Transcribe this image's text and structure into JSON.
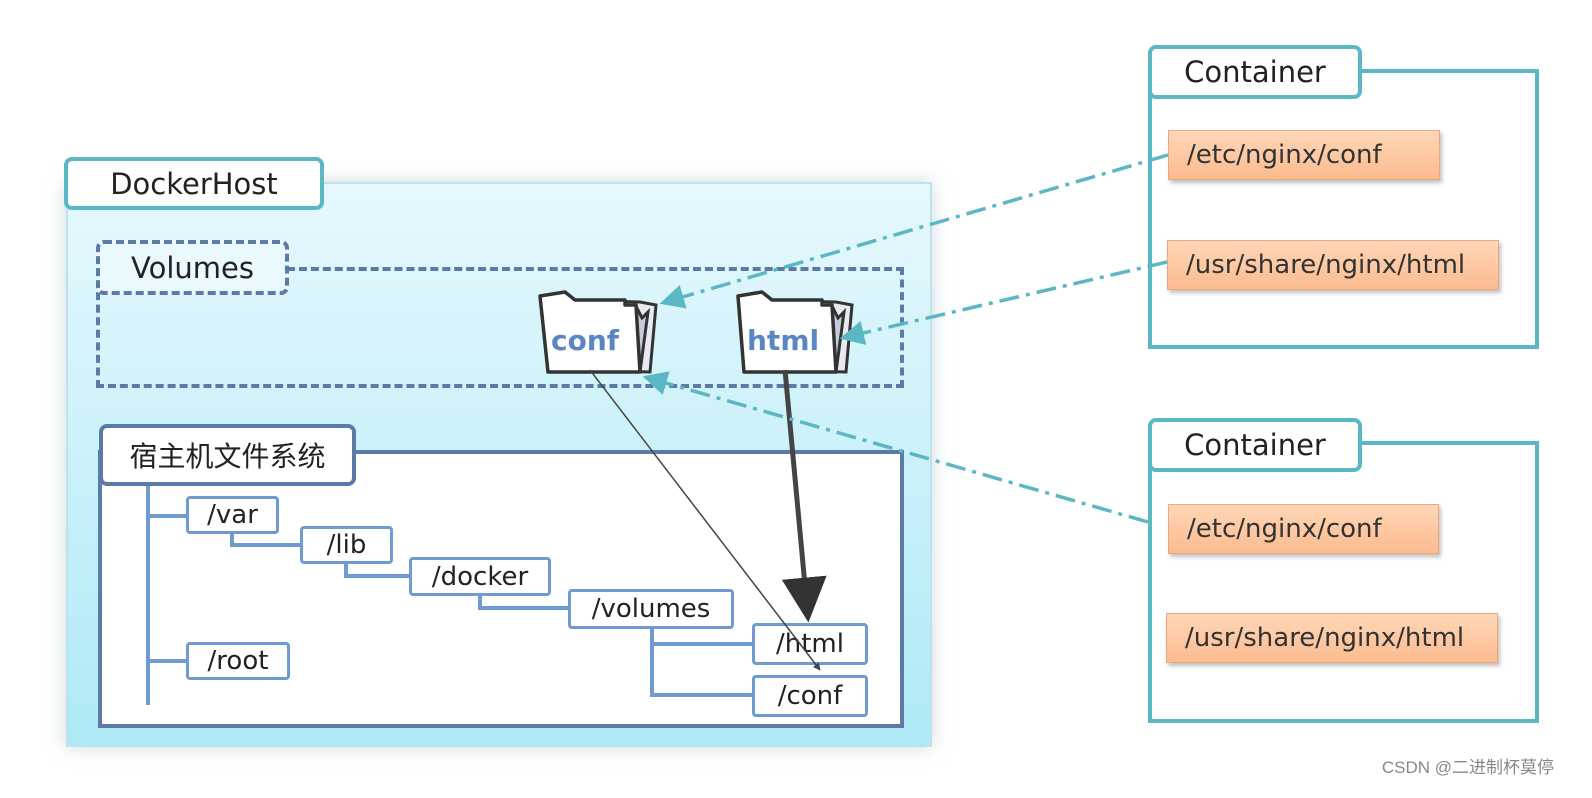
{
  "docker_host": {
    "title": "DockerHost"
  },
  "volumes": {
    "title": "Volumes",
    "folders": [
      "conf",
      "html"
    ]
  },
  "host_fs": {
    "title": "宿主机文件系统",
    "dirs": {
      "var": "/var",
      "lib": "/lib",
      "docker": "/docker",
      "volumes": "/volumes",
      "html": "/html",
      "conf": "/conf",
      "root": "/root"
    }
  },
  "containers": [
    {
      "title": "Container",
      "paths": [
        "/etc/nginx/conf",
        "/usr/share/nginx/html"
      ]
    },
    {
      "title": "Container",
      "paths": [
        "/etc/nginx/conf",
        "/usr/share/nginx/html"
      ]
    }
  ],
  "watermark": "CSDN @二进制杯莫停",
  "colors": {
    "teal": "#5bb7c3",
    "blue": "#5b7aa6",
    "dir_border": "#6f9bd2",
    "path_fill": "#fbbb8f",
    "host_bg": "#bfeef8"
  }
}
